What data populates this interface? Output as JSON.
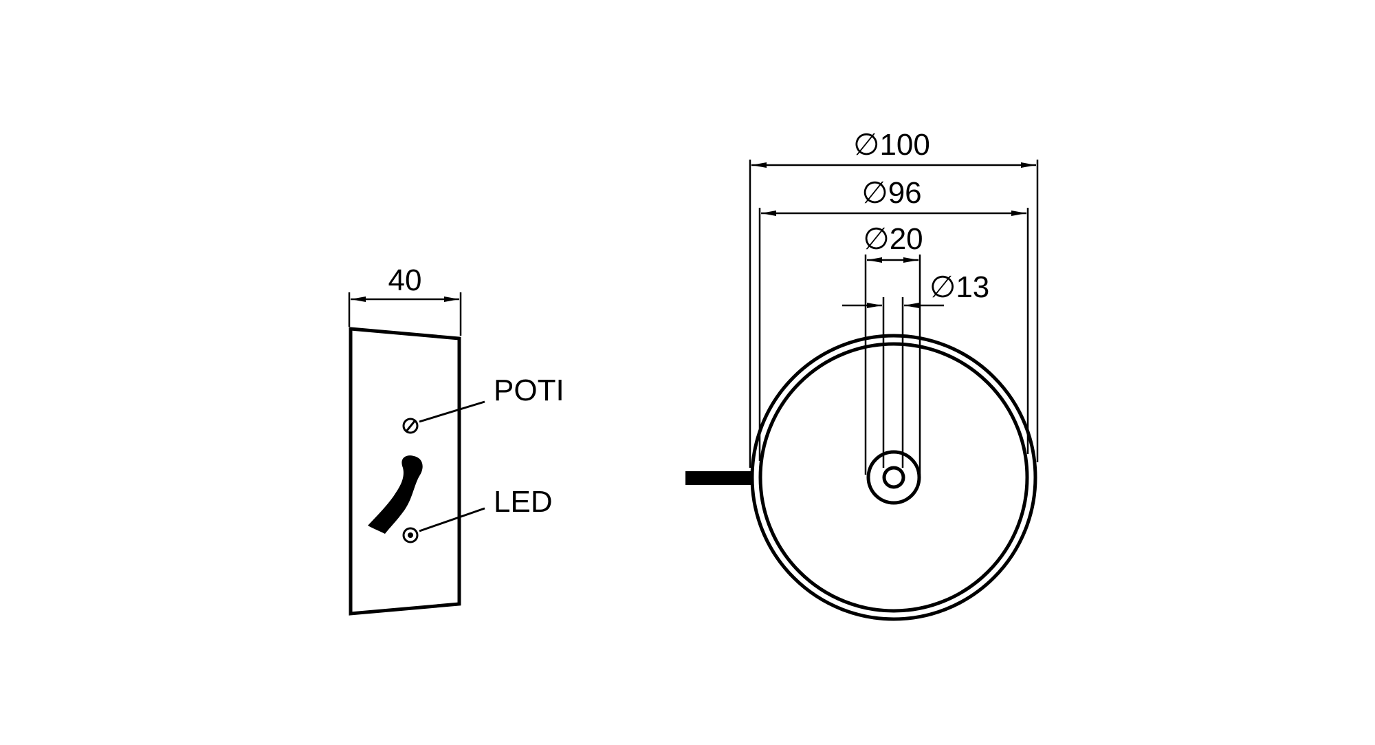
{
  "side_view": {
    "width_dim": "40",
    "labels": {
      "poti": "POTI",
      "led": "LED"
    }
  },
  "front_view": {
    "dims": {
      "outer": "∅100",
      "inner": "∅96",
      "hub": "∅20",
      "bore": "∅13"
    }
  },
  "colors": {
    "line": "#000000",
    "background": "#ffffff"
  }
}
